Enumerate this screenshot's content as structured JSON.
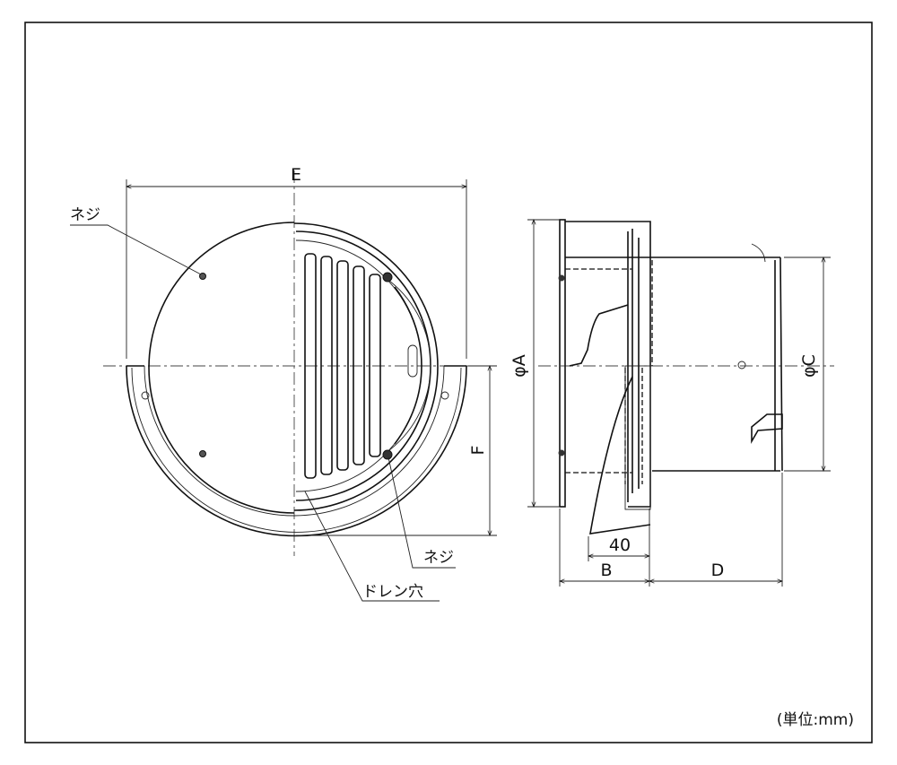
{
  "dimensions": {
    "E": "E",
    "F": "F",
    "A": "φA",
    "C": "φC",
    "B": "B",
    "D": "D",
    "forty": "40"
  },
  "callouts": {
    "screw_top": "ネジ",
    "screw_bottom": "ネジ",
    "drain_hole": "ドレン穴"
  },
  "unit_note": "(単位:mm)"
}
